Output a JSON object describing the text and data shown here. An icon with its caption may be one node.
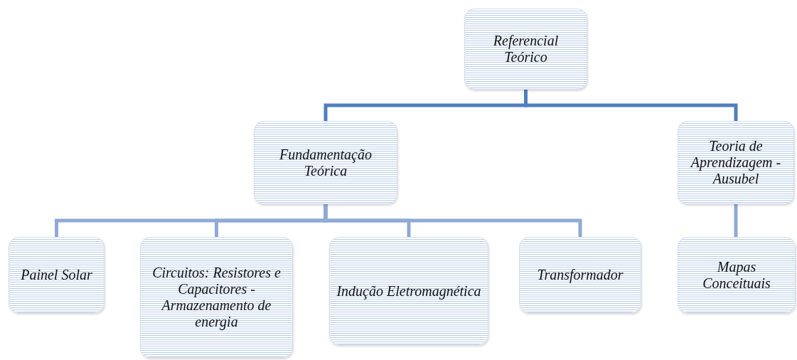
{
  "diagram": {
    "nodes": [
      {
        "text": [
          "Referencial Teórico"
        ]
      },
      {
        "text": [
          "Fundamentação Teórica"
        ]
      },
      {
        "text": [
          "Teoria de Aprendizagem - Ausubel"
        ]
      },
      {
        "text": [
          "Painel Solar"
        ]
      },
      {
        "text": [
          "Circuitos: Resistores e Capacitores - Armazenamento de energia"
        ]
      },
      {
        "text": [
          "Indução Eletromagnética"
        ]
      },
      {
        "text": [
          "Transformador"
        ]
      },
      {
        "text": [
          "Mapas Conceituais"
        ]
      }
    ],
    "edges": [
      {
        "from": 0,
        "to": 1,
        "arrow": "none",
        "color": "#4f7fbf"
      },
      {
        "from": 0,
        "to": 2,
        "arrow": "none",
        "color": "#4f7fbf"
      },
      {
        "from": 1,
        "to": 3,
        "arrow": "none"
      },
      {
        "from": 1,
        "to": 4,
        "arrow": "none"
      },
      {
        "from": 1,
        "to": 5,
        "arrow": "none"
      },
      {
        "from": 1,
        "to": 6,
        "arrow": "none"
      },
      {
        "from": 2,
        "to": 7,
        "arrow": "none"
      }
    ]
  }
}
